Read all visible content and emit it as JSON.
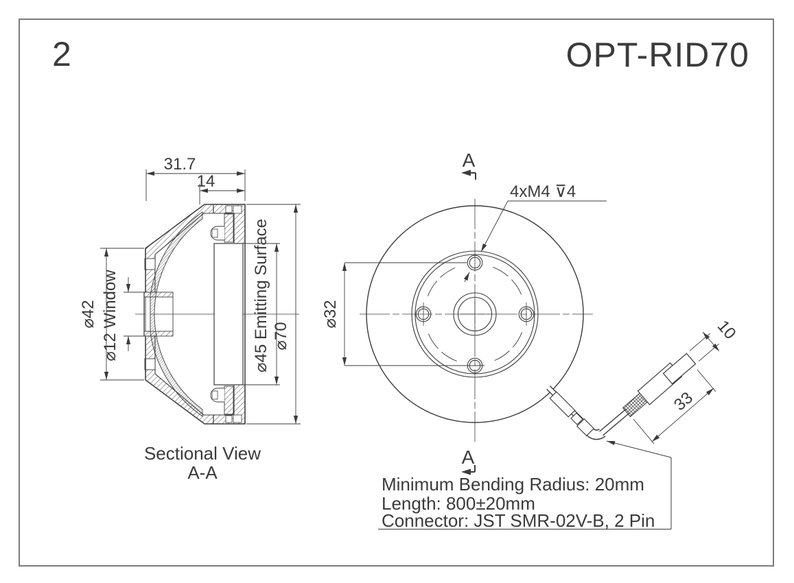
{
  "page": {
    "sheet_number": "2",
    "product_code": "OPT-RID70"
  },
  "colors": {
    "line": "#3b3b3b",
    "frame": "#7c7c7c",
    "background": "#ffffff"
  },
  "sectional_view": {
    "label_line1": "Sectional View",
    "label_line2": "A-A",
    "dim_depth_total": "31.7",
    "dim_depth_front": "14",
    "dim_rear_diameter": "⌀42",
    "dim_window": "⌀12 Window",
    "dim_emitting_surface": "⌀45 Emitting Surface",
    "dim_outer_diameter": "⌀70"
  },
  "top_view": {
    "section_marker": "A",
    "thread_callout": "4xM4 ⊽4",
    "dim_bolt_circle": "⌀32",
    "dim_connector_length": "33",
    "dim_connector_width": "10"
  },
  "notes": {
    "line1": "Minimum Bending Radius: 20mm",
    "line2": "Length: 800±20mm",
    "line3": "Connector: JST SMR-02V-B, 2 Pin"
  }
}
